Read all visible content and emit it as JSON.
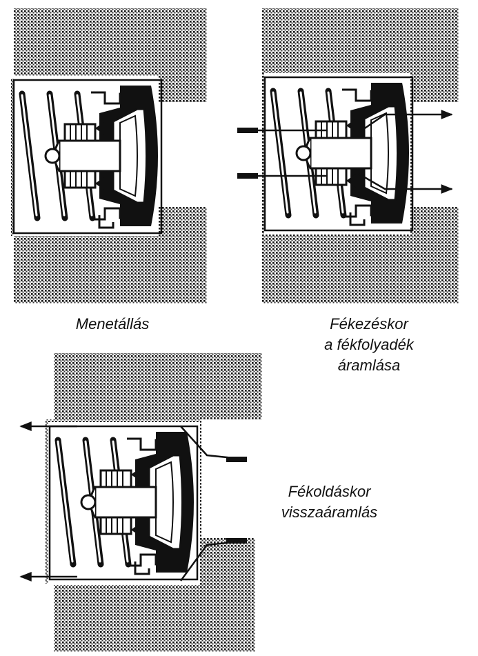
{
  "diagrams": [
    {
      "id": "driving",
      "caption_lines": [
        "Menetállás"
      ]
    },
    {
      "id": "braking",
      "caption_lines": [
        "Fékezéskor",
        "a fékfolyadék",
        "áramlása"
      ]
    },
    {
      "id": "releasing",
      "caption_lines": [
        "Fékoldáskor",
        "visszaáramlás"
      ]
    }
  ],
  "colors": {
    "ink": "#111111",
    "background": "#ffffff"
  }
}
